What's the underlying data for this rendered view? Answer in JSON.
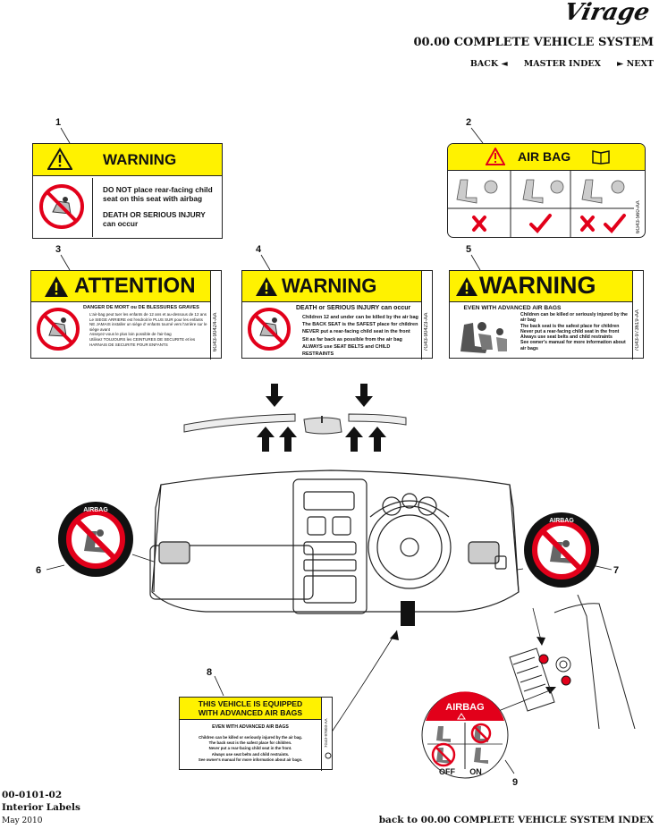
{
  "brand": "Virage",
  "system_title": "00.00 COMPLETE VEHICLE SYSTEM",
  "nav": {
    "back": "BACK",
    "master": "MASTER INDEX",
    "next": "NEXT"
  },
  "callouts": [
    "1",
    "2",
    "3",
    "4",
    "5",
    "6",
    "7",
    "8",
    "9"
  ],
  "label1": {
    "header": "WARNING",
    "line1": "DO NOT place rear-facing child seat on this seat with airbag",
    "line2": "DEATH OR SERIOUS INJURY can occur"
  },
  "label2": {
    "header": "AIR BAG",
    "code": "6G43-560-AA"
  },
  "label3": {
    "header": "ATTENTION",
    "title": "DANGER DE MORT ou DE BLESSURES GRAVES",
    "lines": [
      "L'air-bag peut tuer les enfants de 12 ans et au-dessous de 12 ans",
      "Le SIEGE ARRIERE est l'endroit le PLUS SUR pour les enfants",
      "NE JAMAIS installer un siège d' enfants tourné vers l'arrière sur le siège avant",
      "Asseyez-vous le plus loin possible de l'air-bag",
      "Utilisez TOUJOURS les CEINTURES DE SECURITE et les HARNAIS DE SECURITE POUR ENFANTS"
    ],
    "code": "6G43-90424-AA"
  },
  "label4": {
    "header": "WARNING",
    "title": "DEATH or SERIOUS INJURY can occur",
    "lines": [
      "Children 12 and under can be killed by the air bag",
      "The BACK SEAT is the SAFEST place for children",
      "NEVER put a rear-facing child seat in the front",
      "Sit as far back as possible from the air bag",
      "ALWAYS use SEAT BELTS and CHILD RESTRAINTS"
    ],
    "code": "7G43-90423-AA"
  },
  "label5": {
    "header": "WARNING",
    "title": "EVEN WITH ADVANCED AIR BAGS",
    "lines": [
      "Children can be killed or seriously injured by the air bag",
      "The back seat is the safest place for children",
      "Never put a rear-facing child seat in the front",
      "Always use seat belts and child restraints",
      "See owner's manual for more information about air bags"
    ],
    "code": "7G43-973619-AA"
  },
  "airbag_disc": "AIRBAG",
  "label8": {
    "header1": "THIS VEHICLE IS EQUIPPED",
    "header2": "WITH ADVANCED AIR BAGS",
    "title": "EVEN WITH ADVANCED AIR BAGS",
    "lines": [
      "Children can be killed or seriously injured by the air bag.",
      "The back seat is the safest place for children.",
      "Never put a rear-facing child seat in the front.",
      "Always use seat belts and child restraints.",
      "See owner's manual for more information about air bags."
    ],
    "code": "7G43-97603-AA"
  },
  "label9": {
    "title": "AIRBAG",
    "off": "OFF",
    "on": "ON"
  },
  "footer": {
    "id": "00-0101-02",
    "subtitle": "Interior Labels",
    "date": "May 2010",
    "back_link": "back to 00.00 COMPLETE VEHICLE SYSTEM INDEX"
  },
  "colors": {
    "yellow": "#fff200",
    "red": "#e2001a",
    "black": "#111111"
  }
}
